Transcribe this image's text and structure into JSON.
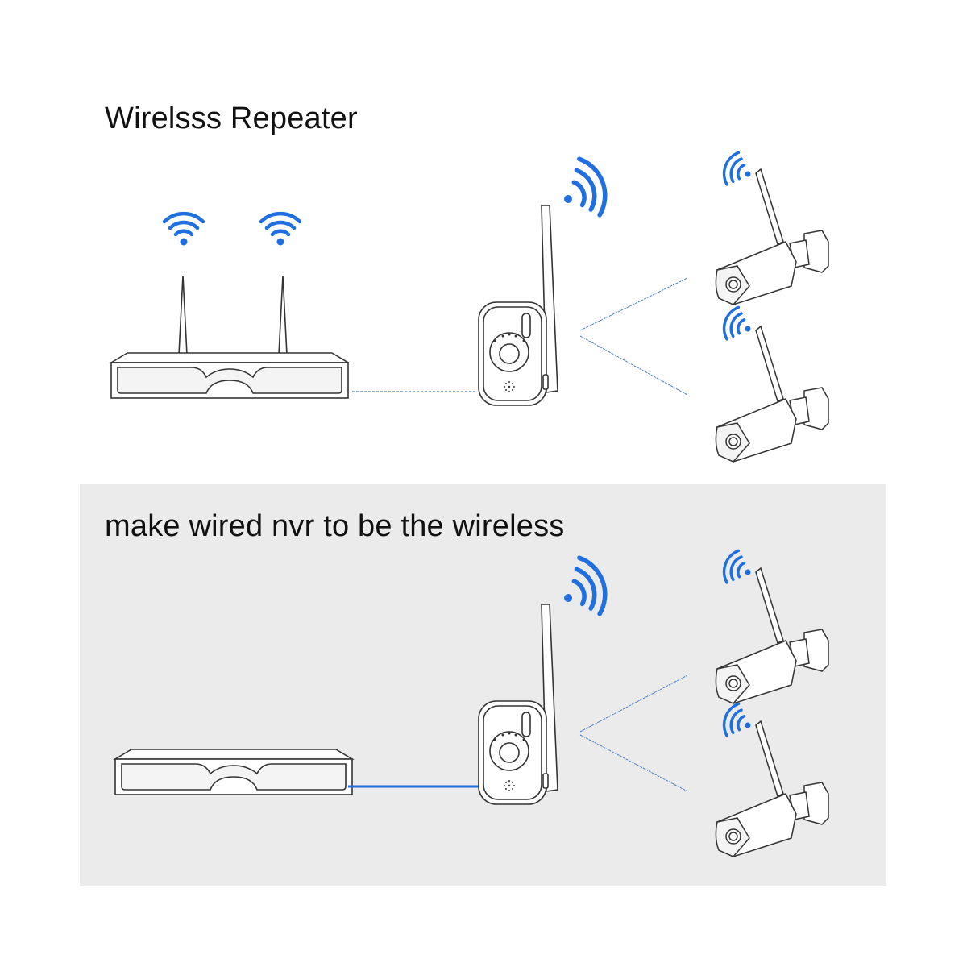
{
  "section1": {
    "title": "Wirelsss Repeater",
    "connection": "wireless"
  },
  "section2": {
    "title": "make wired nvr to be the wireless",
    "connection": "wired"
  },
  "colors": {
    "accent": "#1f6fe0",
    "panel": "#ebebeb",
    "line": "#333333"
  },
  "icons": [
    "wifi-icon",
    "nvr-icon",
    "repeater-icon",
    "camera-icon"
  ]
}
